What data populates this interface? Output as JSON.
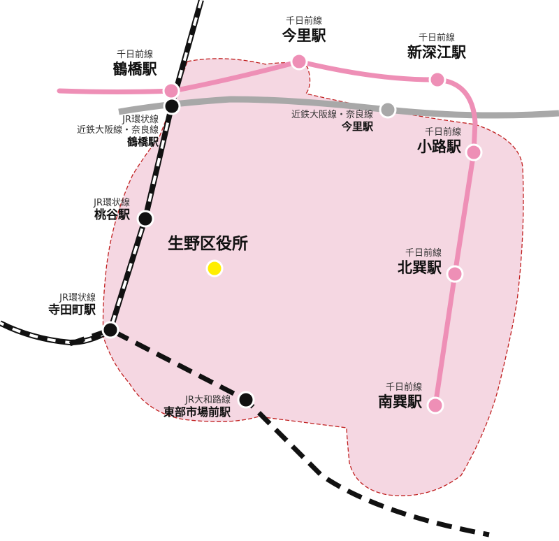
{
  "office": {
    "name": "生野区役所",
    "color": "#ffee00"
  },
  "colors": {
    "area_fill": "#f5d7e2",
    "area_border": "#c02020",
    "sennichimae": "#ee8fb6",
    "kintetsu": "#a8a8a8",
    "jr": "#111111"
  },
  "stations": {
    "tsuruhashi_sen": {
      "line": "千日前線",
      "name": "鶴橋駅"
    },
    "imazato_sen": {
      "line": "千日前線",
      "name": "今里駅"
    },
    "shinfukae": {
      "line": "千日前線",
      "name": "新深江駅"
    },
    "kintetsu_imazato": {
      "line": "近鉄大阪線・奈良線",
      "name": "今里駅"
    },
    "tsuruhashi_jr": {
      "line1": "JR環状線",
      "line2": "近鉄大阪線・奈良線",
      "name": "鶴橋駅"
    },
    "shoji": {
      "line": "千日前線",
      "name": "小路駅"
    },
    "momodani": {
      "line": "JR環状線",
      "name": "桃谷駅"
    },
    "kitatatsumi": {
      "line": "千日前線",
      "name": "北巽駅"
    },
    "teradacho": {
      "line": "JR環状線",
      "name": "寺田町駅"
    },
    "minamitatsumi": {
      "line": "千日前線",
      "name": "南巽駅"
    },
    "higashibu": {
      "line": "JR大和路線",
      "name": "東部市場前駅"
    }
  }
}
